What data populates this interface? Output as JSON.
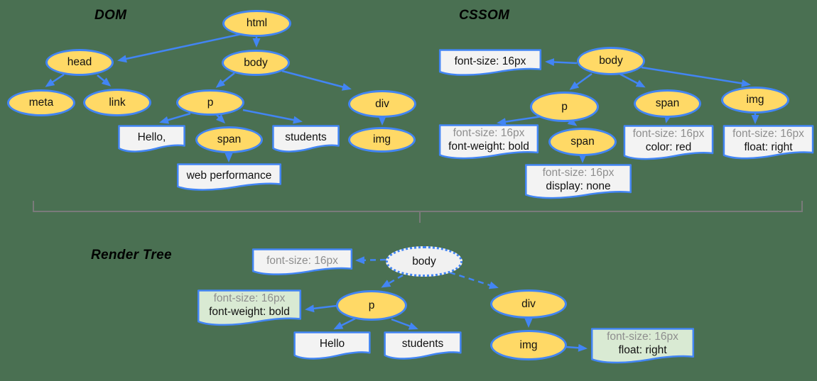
{
  "diagram": {
    "background_color": "#4A7052",
    "accent_blue": "#4285F4",
    "node_fill_yellow": "#FFD966",
    "box_fill_gray": "#F3F3F3",
    "box_fill_green": "#D9EAD3",
    "muted_text_color": "#8E8E8E",
    "brace_color": "#7A7A7A"
  },
  "dom": {
    "title": "DOM",
    "nodes": {
      "html": "html",
      "head": "head",
      "body": "body",
      "meta": "meta",
      "link": "link",
      "p": "p",
      "span": "span",
      "div": "div",
      "img": "img"
    },
    "text_nodes": {
      "hello": "Hello,",
      "students": "students",
      "web_performance": "web performance"
    }
  },
  "cssom": {
    "title": "CSSOM",
    "nodes": {
      "body": "body",
      "p": "p",
      "span_under_p": "span",
      "span": "span",
      "img": "img"
    },
    "rules": {
      "body_rule": "font-size: 16px",
      "p_rule_inherited": "font-size: 16px",
      "p_rule": "font-weight: bold",
      "span_under_p_rule_inherited": "font-size: 16px",
      "span_under_p_rule": "display: none",
      "span_rule_inherited": "font-size: 16px",
      "span_rule": "color: red",
      "img_rule_inherited": "font-size: 16px",
      "img_rule": "float: right"
    }
  },
  "render_tree": {
    "title": "Render Tree",
    "nodes": {
      "body": "body",
      "p": "p",
      "div": "div",
      "img": "img"
    },
    "text_nodes": {
      "hello": "Hello",
      "students": "students"
    },
    "styles": {
      "body_style": "font-size: 16px",
      "p_style_inherited": "font-size: 16px",
      "p_style": "font-weight: bold",
      "img_style_inherited": "font-size: 16px",
      "img_style": "float: right"
    }
  }
}
